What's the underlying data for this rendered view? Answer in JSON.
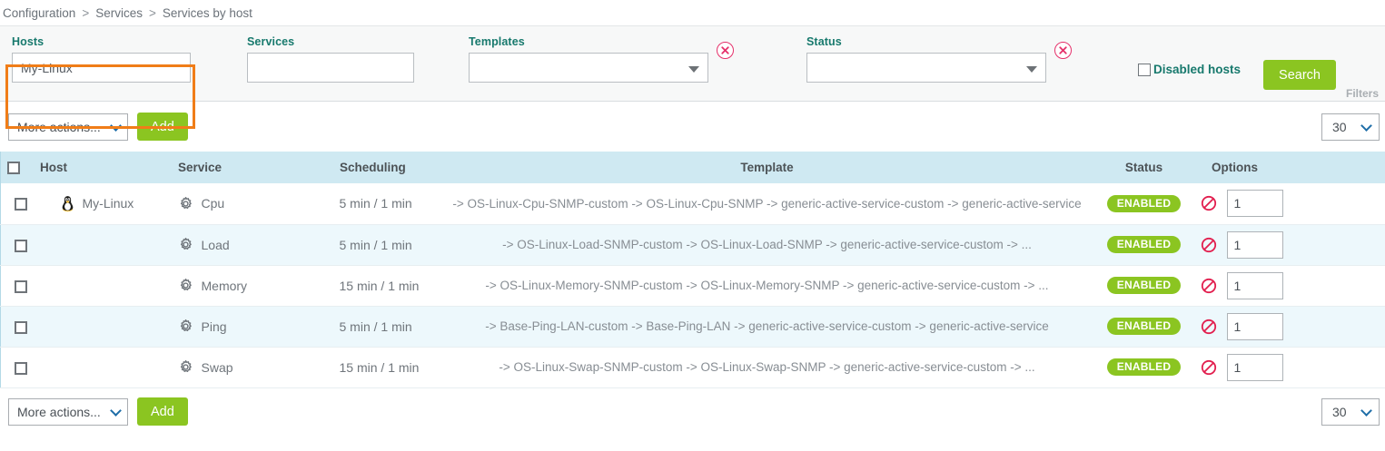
{
  "breadcrumb": {
    "items": [
      "Configuration",
      "Services",
      "Services by host"
    ],
    "separator": ">"
  },
  "filters": {
    "hosts": {
      "label": "Hosts",
      "value": "My-Linux",
      "placeholder": ""
    },
    "services": {
      "label": "Services",
      "value": "",
      "placeholder": ""
    },
    "templates": {
      "label": "Templates",
      "value": "",
      "clear_icon": "clear-circle-icon"
    },
    "status": {
      "label": "Status",
      "value": "",
      "clear_icon": "clear-circle-icon"
    },
    "disabled_hosts": {
      "label": "Disabled hosts",
      "checked": false
    },
    "search_label": "Search",
    "filters_tag": "Filters",
    "accent_color": "#17796d",
    "highlight_color": "#f07d18",
    "button_color": "#8bc521"
  },
  "toolbar_top": {
    "more_actions_label": "More actions...",
    "add_label": "Add",
    "page_size": "30"
  },
  "toolbar_bottom": {
    "more_actions_label": "More actions...",
    "add_label": "Add",
    "page_size": "30"
  },
  "table": {
    "columns": [
      "Host",
      "Service",
      "Scheduling",
      "Template",
      "Status",
      "Options"
    ],
    "header_bg": "#cfe9f2",
    "rows": [
      {
        "host": "My-Linux",
        "host_icon": "linux-penguin-icon",
        "service": "Cpu",
        "service_icon": "gear-icon",
        "scheduling": "5 min / 1 min",
        "template": "-> OS-Linux-Cpu-SNMP-custom -> OS-Linux-Cpu-SNMP -> generic-active-service-custom -> generic-active-service",
        "status": "ENABLED",
        "options_qty": "1",
        "options_icon": "deny-icon"
      },
      {
        "host": "",
        "host_icon": "",
        "service": "Load",
        "service_icon": "gear-icon",
        "scheduling": "5 min / 1 min",
        "template": "-> OS-Linux-Load-SNMP-custom -> OS-Linux-Load-SNMP -> generic-active-service-custom -> ...",
        "status": "ENABLED",
        "options_qty": "1",
        "options_icon": "deny-icon"
      },
      {
        "host": "",
        "host_icon": "",
        "service": "Memory",
        "service_icon": "gear-icon",
        "scheduling": "15 min / 1 min",
        "template": "-> OS-Linux-Memory-SNMP-custom -> OS-Linux-Memory-SNMP -> generic-active-service-custom -> ...",
        "status": "ENABLED",
        "options_qty": "1",
        "options_icon": "deny-icon"
      },
      {
        "host": "",
        "host_icon": "",
        "service": "Ping",
        "service_icon": "gear-icon",
        "scheduling": "5 min / 1 min",
        "template": "-> Base-Ping-LAN-custom -> Base-Ping-LAN -> generic-active-service-custom -> generic-active-service",
        "status": "ENABLED",
        "options_qty": "1",
        "options_icon": "deny-icon"
      },
      {
        "host": "",
        "host_icon": "",
        "service": "Swap",
        "service_icon": "gear-icon",
        "scheduling": "15 min / 1 min",
        "template": "-> OS-Linux-Swap-SNMP-custom -> OS-Linux-Swap-SNMP -> generic-active-service-custom -> ...",
        "status": "ENABLED",
        "options_qty": "1",
        "options_icon": "deny-icon"
      }
    ]
  }
}
